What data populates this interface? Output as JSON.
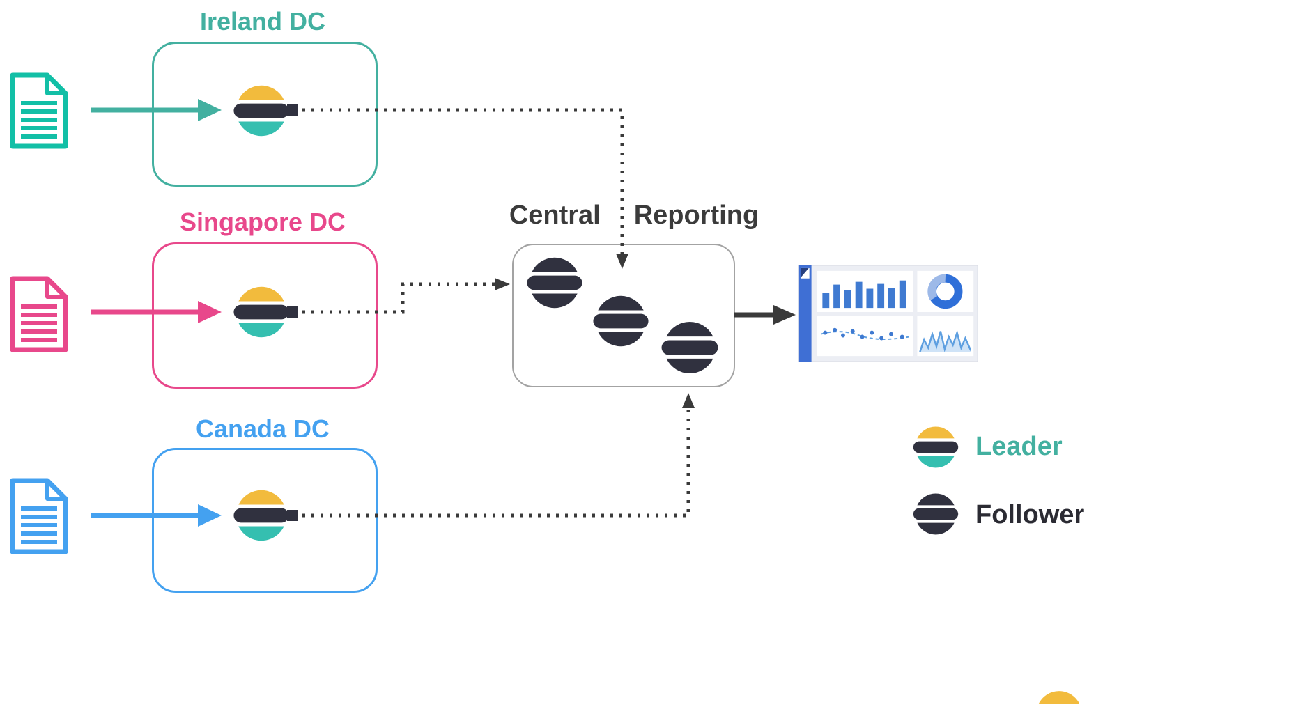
{
  "clusters": [
    {
      "id": "ireland",
      "label": "Ireland DC",
      "color": "#43b0a0",
      "doc_color": "#12bfa6"
    },
    {
      "id": "singapore",
      "label": "Singapore DC",
      "color": "#e8488b",
      "doc_color": "#e8488b"
    },
    {
      "id": "canada",
      "label": "Canada DC",
      "color": "#44a1f0",
      "doc_color": "#44a1f0"
    }
  ],
  "central": {
    "title_left": "Central",
    "title_right": "Reporting"
  },
  "legend": {
    "leader_label": "Leader",
    "follower_label": "Follower",
    "leader_label_color": "#43b0a0",
    "follower_label_color": "#2b2b33"
  },
  "icons": {
    "leader_node": "elasticsearch-leader-logo",
    "follower_node": "elasticsearch-follower-logo",
    "document": "document-icon",
    "dashboard": "kibana-dashboard-icon"
  },
  "colors": {
    "elastic_yellow": "#f2bb3d",
    "elastic_dark": "#30313f",
    "elastic_teal": "#35bfb0",
    "connector_dark": "#3a3a3a",
    "central_box_border": "#a3a3a3",
    "dashboard_blue": "#3f6fd4"
  }
}
